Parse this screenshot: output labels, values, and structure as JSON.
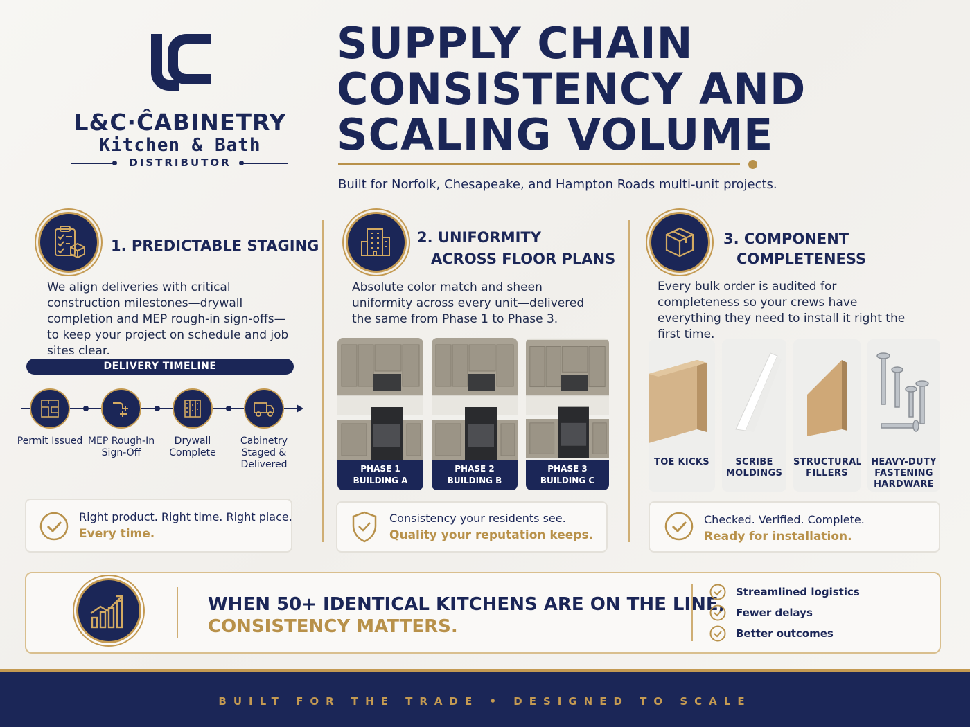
{
  "logo": {
    "mark": "LC",
    "line1": "L&C·ĈABINETRY",
    "line2": "Kitchen & Bath",
    "line3": "DISTRIBUTOR"
  },
  "title": {
    "line1": "SUPPLY CHAIN",
    "line2": "CONSISTENCY AND",
    "line3": "SCALING VOLUME",
    "subtitle": "Built for Norfolk, Chesapeake, and Hampton Roads multi-unit projects."
  },
  "col1": {
    "icon": "clipboard-checklist-box-icon",
    "heading": "1. PREDICTABLE STAGING",
    "body": "We align deliveries with critical construction milestones—drywall completion and MEP rough-in sign-offs—to keep your project on schedule and job sites clear.",
    "timeline_title": "DELIVERY TIMELINE",
    "timeline": [
      {
        "icon": "blueprint-icon",
        "label": "Permit Issued"
      },
      {
        "icon": "pipes-icon",
        "label": "MEP Rough-In Sign-Off"
      },
      {
        "icon": "drywall-panels-icon",
        "label": "Drywall Complete"
      },
      {
        "icon": "delivery-truck-icon",
        "label": "Cabinetry Staged & Delivered"
      }
    ],
    "callout_line1": "Right product. Right time. Right place.",
    "callout_line2": "Every time."
  },
  "col2": {
    "icon": "building-icon",
    "heading_line1": "2. UNIFORMITY",
    "heading_line2": "ACROSS FLOOR PLANS",
    "body": "Absolute color match and sheen uniformity across every unit—delivered the same from Phase 1 to Phase 3.",
    "phases": [
      {
        "line1": "PHASE 1",
        "line2": "BUILDING A"
      },
      {
        "line1": "PHASE 2",
        "line2": "BUILDING B"
      },
      {
        "line1": "PHASE 3",
        "line2": "BUILDING C"
      }
    ],
    "callout_line1": "Consistency your residents see.",
    "callout_line2": "Quality your reputation keeps."
  },
  "col3": {
    "icon": "package-box-icon",
    "heading_line1": "3. COMPONENT",
    "heading_line2": "COMPLETENESS",
    "body": "Every bulk order is audited for completeness so your crews have everything they need to install it right the first time.",
    "components": [
      {
        "line1": "TOE KICKS",
        "line2": ""
      },
      {
        "line1": "SCRIBE",
        "line2": "MOLDINGS"
      },
      {
        "line1": "STRUCTURAL",
        "line2": "FILLERS"
      },
      {
        "line1": "HEAVY-DUTY",
        "line2": "FASTENING",
        "line3": "HARDWARE"
      }
    ],
    "callout_line1": "Checked. Verified. Complete.",
    "callout_line2": "Ready for installation."
  },
  "banner": {
    "icon": "growth-chart-icon",
    "line1": "WHEN 50+ IDENTICAL KITCHENS ARE ON THE LINE,",
    "line2": "CONSISTENCY MATTERS.",
    "bullets": [
      "Streamlined logistics",
      "Fewer delays",
      "Better outcomes"
    ]
  },
  "footer": {
    "text": "BUILT FOR THE TRADE • DESIGNED TO SCALE"
  },
  "colors": {
    "navy": "#1b2657",
    "gold": "#b8914a"
  }
}
